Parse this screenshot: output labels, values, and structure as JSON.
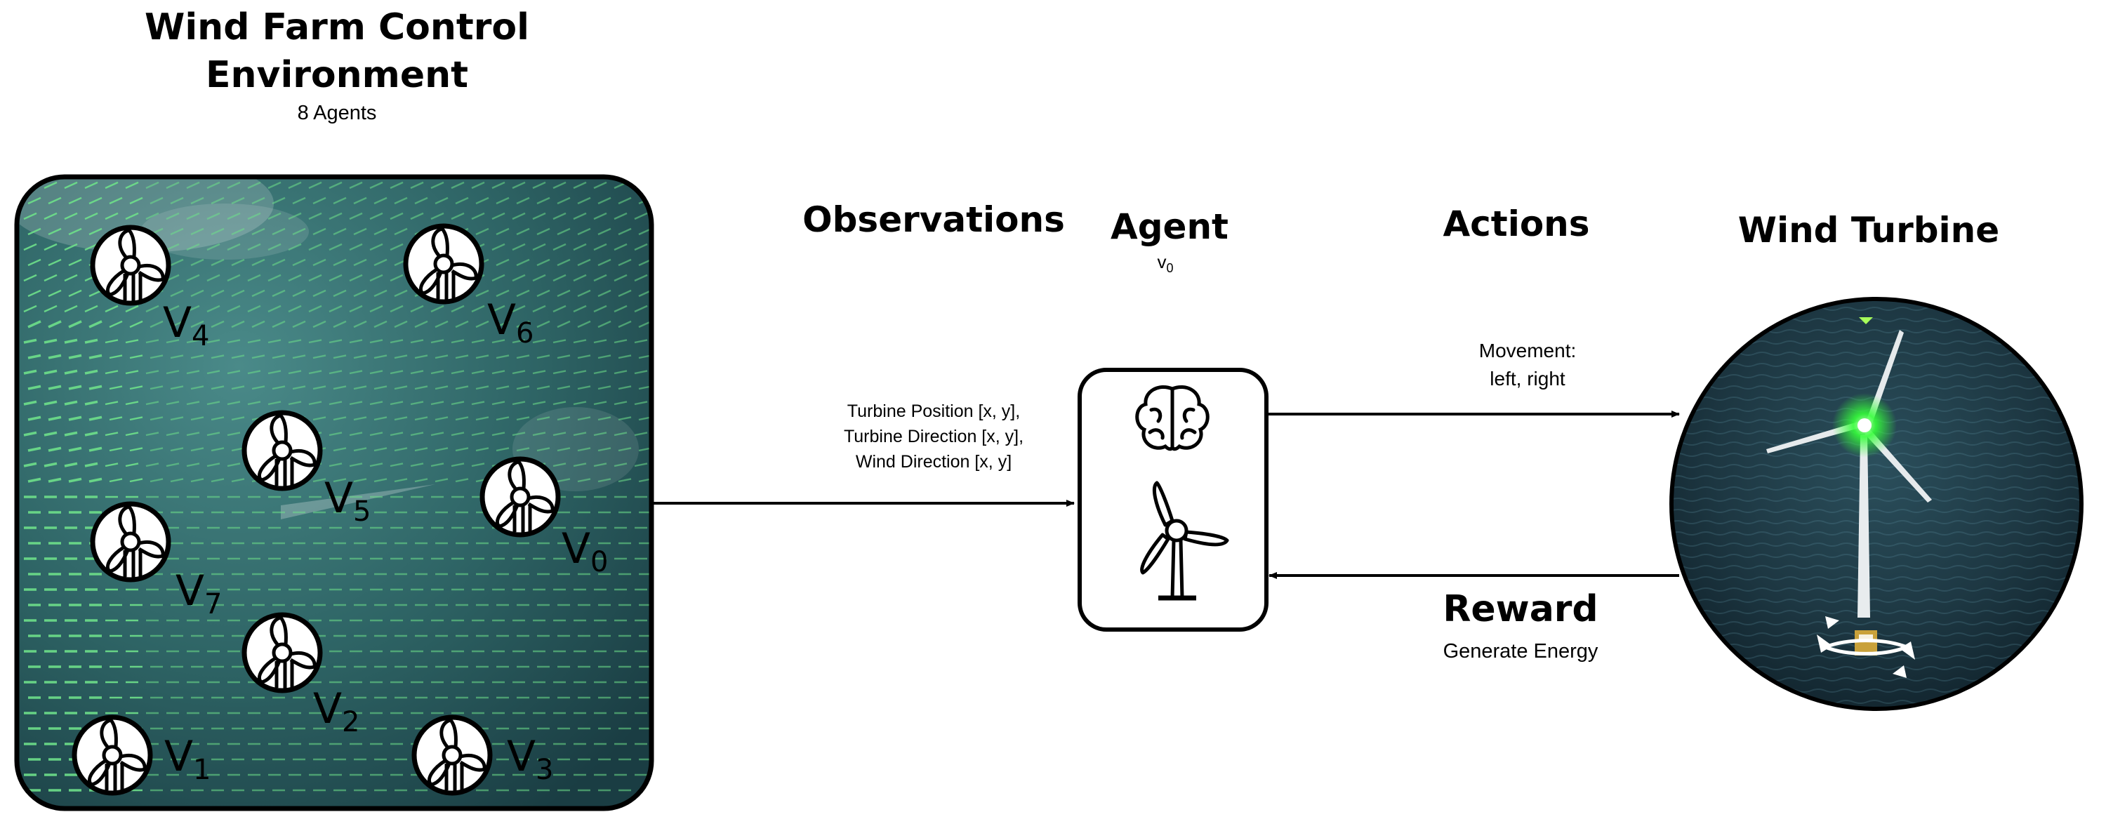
{
  "environment": {
    "title_line1": "Wind Farm Control",
    "title_line2": "Environment",
    "subtitle": "8 Agents",
    "turbines": [
      {
        "label": "V",
        "sub": "4"
      },
      {
        "label": "V",
        "sub": "6"
      },
      {
        "label": "V",
        "sub": "5"
      },
      {
        "label": "V",
        "sub": "0"
      },
      {
        "label": "V",
        "sub": "7"
      },
      {
        "label": "V",
        "sub": "2"
      },
      {
        "label": "V",
        "sub": "1"
      },
      {
        "label": "V",
        "sub": "3"
      }
    ]
  },
  "observations": {
    "heading": "Observations",
    "lines": [
      "Turbine Position [x, y],",
      "Turbine Direction [x, y],",
      "Wind Direction [x, y]"
    ]
  },
  "agent": {
    "heading": "Agent",
    "sub_label": "v",
    "sub_index": "0",
    "icons": [
      "brain-icon",
      "wind-turbine-icon"
    ]
  },
  "actions": {
    "heading": "Actions",
    "lines": [
      "Movement:",
      "left, right"
    ]
  },
  "reward": {
    "heading": "Reward",
    "sub": "Generate Energy"
  },
  "turbine_view": {
    "heading": "Wind Turbine"
  },
  "colors": {
    "ocean_dark": "#17333b",
    "ocean_mid": "#2d6466",
    "wind_arrows": "#6ee08a",
    "turbine_glow": "#35ff3a",
    "nacelle_box": "#c9a13a"
  }
}
